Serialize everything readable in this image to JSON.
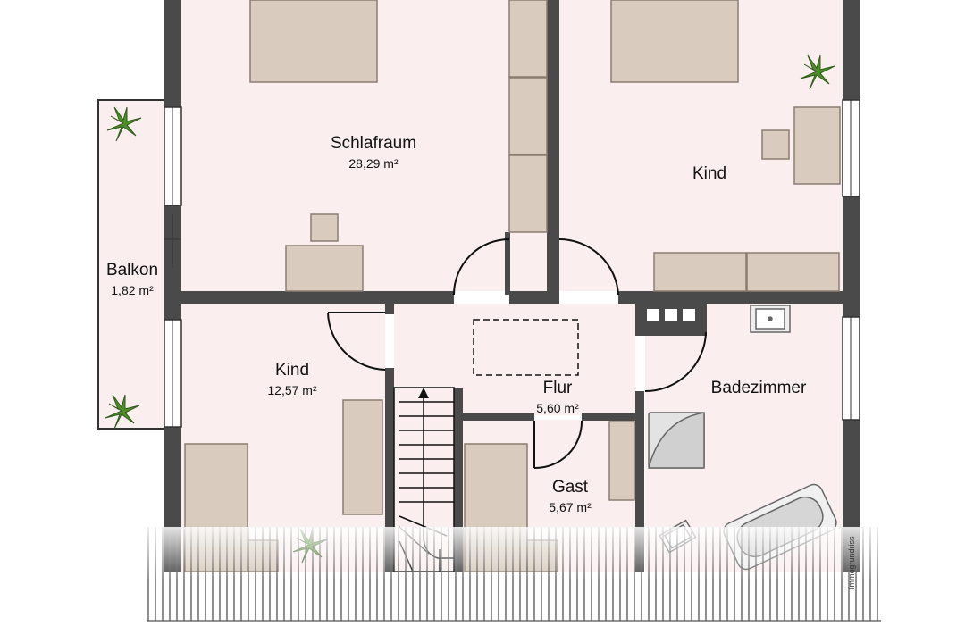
{
  "rooms": {
    "schlafraum": {
      "name": "Schlafraum",
      "area": "28,29 m²"
    },
    "kind_top": {
      "name": "Kind"
    },
    "balkon": {
      "name": "Balkon",
      "area": "1,82 m²"
    },
    "kind_left": {
      "name": "Kind",
      "area": "12,57 m²"
    },
    "flur": {
      "name": "Flur",
      "area": "5,60 m²"
    },
    "badezimmer": {
      "name": "Badezimmer"
    },
    "gast": {
      "name": "Gast",
      "area": "5,67 m²"
    }
  },
  "watermark": "Immogrundriss",
  "colors": {
    "floor": "#fbeeee",
    "wall": "#4a4a4a",
    "furniture": "#d9cbbd",
    "furniture_edge": "#8a7d70",
    "plant": "#4f8f2a",
    "hatch": "#555555"
  }
}
